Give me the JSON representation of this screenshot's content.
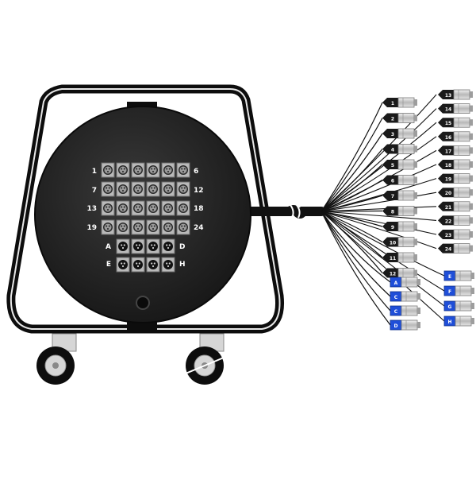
{
  "colors": {
    "frame": "#0d0d0d",
    "drum": "#2b2b2b",
    "cable": "#111111",
    "connector_metal": "#c9c9c9",
    "connector_body": "#1a1a1a",
    "return_tag": "#1f4ed8",
    "wheel_hub": "#d6d6d6"
  },
  "panel": {
    "row_labels_left": [
      "1",
      "7",
      "13",
      "19"
    ],
    "row_labels_right": [
      "6",
      "12",
      "18",
      "24"
    ],
    "return_labels_left": [
      "A",
      "E"
    ],
    "return_labels_right": [
      "D",
      "H"
    ]
  },
  "fanout": {
    "inputs_left": [
      "1",
      "2",
      "3",
      "4",
      "5",
      "6",
      "7",
      "8",
      "9",
      "10",
      "11",
      "12"
    ],
    "inputs_right": [
      "13",
      "14",
      "15",
      "16",
      "17",
      "18",
      "19",
      "20",
      "21",
      "22",
      "23",
      "24"
    ],
    "returns_left": [
      "A",
      "C",
      "C",
      "D"
    ],
    "returns_right": [
      "E",
      "F",
      "G",
      "H"
    ]
  }
}
